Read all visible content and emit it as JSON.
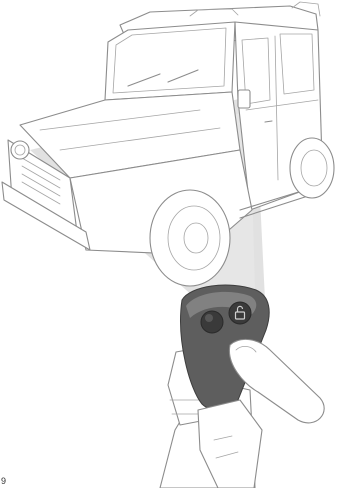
{
  "figure": {
    "number": "9"
  },
  "colors": {
    "beam": "#d9d9d9",
    "line_art": "#8c8c8c",
    "fob_body": "#5e5e5e",
    "fob_highlight": "#8a8a8a",
    "fob_button": "#3a3a3a",
    "background": "#ffffff"
  },
  "parts": {
    "vehicle": "4x4-vehicle",
    "signal": "remote-signal-beam",
    "remote": "key-fob",
    "buttons": [
      "lock-button",
      "unlock-button"
    ],
    "hand": "hand"
  }
}
